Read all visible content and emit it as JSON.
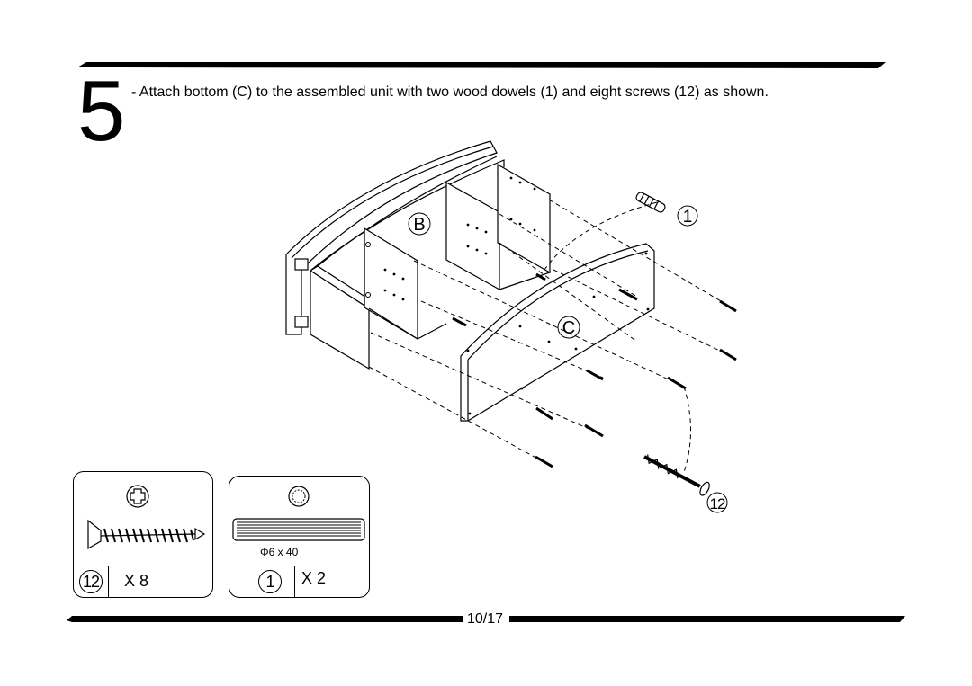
{
  "step": {
    "number": "5",
    "instruction": "- Attach bottom (C) to the assembled unit with two wood dowels (1) and eight screws (12) as shown."
  },
  "diagram": {
    "part_b_label": "B",
    "part_c_label": "C",
    "dowel_callout": "1",
    "screw_callout": "12"
  },
  "hardware": [
    {
      "id": "12",
      "quantity": "X 8",
      "icon": "screw-icon",
      "head_icon": "phillips-head-icon"
    },
    {
      "id": "1",
      "quantity": "X 2",
      "size": "Φ6 x 40",
      "icon": "dowel-icon",
      "head_icon": "dowel-end-icon"
    }
  ],
  "footer": {
    "page": "10/17"
  }
}
